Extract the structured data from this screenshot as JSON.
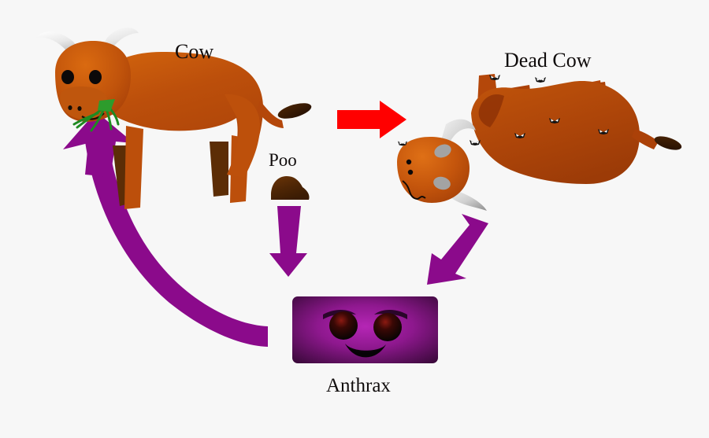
{
  "diagram": {
    "title": "Anthrax transmission cycle",
    "background_color": "#f7f7f7",
    "nodes": [
      {
        "id": "cow",
        "label": "Cow",
        "description": "Living brown cow with white horns eating green grass"
      },
      {
        "id": "dead-cow",
        "label": "Dead Cow",
        "description": "Upside-down dead brown cow surrounded by flies"
      },
      {
        "id": "poo",
        "label": "Poo",
        "description": "Brown mound of dung dropped by the cow"
      },
      {
        "id": "anthrax",
        "label": "Anthrax",
        "description": "Purple box with an evil grinning face representing anthrax spores"
      }
    ],
    "arrows": [
      {
        "id": "cow-to-dead-cow",
        "from": "cow",
        "to": "dead-cow",
        "color": "#ff0000",
        "direction": "right"
      },
      {
        "id": "poo-to-anthrax",
        "from": "poo",
        "to": "anthrax",
        "color": "#8b0a8b",
        "direction": "down"
      },
      {
        "id": "dead-cow-to-anthrax",
        "from": "dead-cow",
        "to": "anthrax",
        "color": "#8b0a8b",
        "direction": "down-left"
      },
      {
        "id": "anthrax-to-cow",
        "from": "anthrax",
        "to": "cow",
        "color": "#8b0a8b",
        "direction": "curved-up-left"
      }
    ],
    "colors": {
      "cow_body": "#b4470a",
      "cow_body_light": "#d4650f",
      "cow_dark_leg": "#5c2d06",
      "horn_white": "#f2f2f2",
      "horn_gray": "#9c9c9c",
      "grass_green": "#1f8a22",
      "poo_brown": "#5c2d06",
      "arrow_purple": "#8b0a8b",
      "arrow_red": "#ff0000",
      "anthrax_box": "#8b1a8b",
      "anthrax_box_center": "#a820a8",
      "anthrax_box_edge": "#3d0a3d",
      "eye_black": "#0a0a0a",
      "eye_red": "#7a1010",
      "fly_black": "#131313",
      "fly_wing": "#ffffff",
      "label_text": "#100c0c"
    },
    "fly_count_dead_cow": 7
  }
}
